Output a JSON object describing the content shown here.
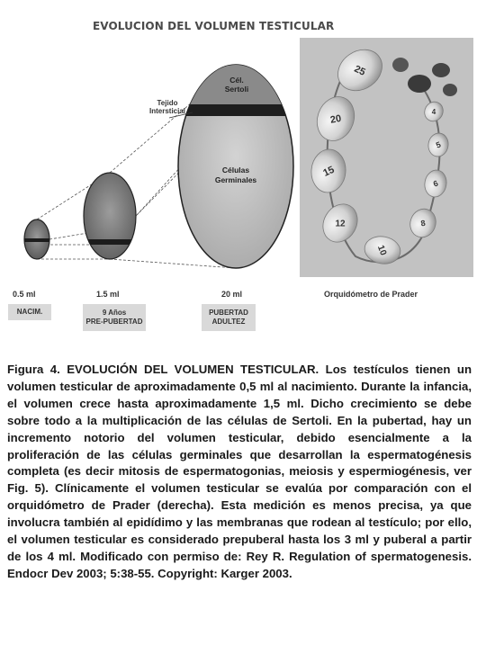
{
  "figure": {
    "title": "EVOLUCION DEL VOLUMEN TESTICULAR",
    "cell_labels": {
      "sertoli_line1": "Cél.",
      "sertoli_line2": "Sertoli",
      "tissue_line1": "Tejido",
      "tissue_line2": "Intersticial",
      "germinal_line1": "Células",
      "germinal_line2": "Germinales"
    },
    "volumes": [
      "0.5 ml",
      "1.5 ml",
      "20 ml"
    ],
    "stages": [
      {
        "line1": "NACIM.",
        "line2": ""
      },
      {
        "line1": "9 Años",
        "line2": "PRE-PUBERTAD"
      },
      {
        "line1": "PUBERTAD",
        "line2": "ADULTEZ"
      }
    ],
    "prader_label": "Orquidómetro de Prader",
    "bead_numbers": [
      "25",
      "20",
      "15",
      "12",
      "10",
      "8",
      "6",
      "5",
      "4"
    ]
  },
  "caption": {
    "text": "Figura    4. EVOLUCIÓN DEL VOLUMEN TESTICULAR. Los testículos tienen un volumen testicular de aproximadamente 0,5 ml al nacimiento. Durante la infancia, el volumen crece hasta aproximadamente 1,5 ml. Dicho crecimiento se debe sobre todo a la multiplicación de las células de Sertoli. En la pubertad, hay un incremento notorio del volumen testicular, debido esencialmente a la proliferación de las células germinales que desarrollan la espermatogénesis completa (es decir mitosis de espermatogonias, meiosis y espermiogénesis, ver Fig. 5). Clínicamente el volumen testicular se evalúa por comparación con el orquidómetro de Prader (derecha). Esta medición es menos precisa, ya que involucra también al epidídimo y las membranas que rodean al testículo; por ello, el volumen testicular es considerado prepuberal hasta los 3 ml y puberal a partir de los 4 ml. Modificado con permiso de: Rey R. Regulation of spermatogenesis. Endocr Dev 2003; 5:38-55. Copyright: Karger 2003."
  }
}
